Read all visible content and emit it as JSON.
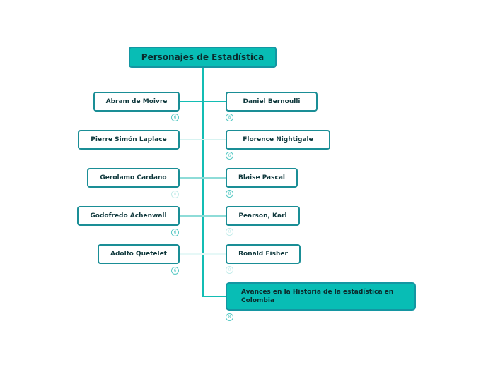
{
  "root": {
    "title": "Personajes de Estadística"
  },
  "left": [
    {
      "label": "Abram de Moivre",
      "badge": "6"
    },
    {
      "label": "Pierre Simón Laplace"
    },
    {
      "label": "Gerolamo Cardano",
      "badge": "0"
    },
    {
      "label": "Godofredo Achenwall",
      "badge": "6"
    },
    {
      "label": "Adolfo Quetelet",
      "badge": "6"
    }
  ],
  "right": [
    {
      "label": "Daniel Bernoulli",
      "badge": "8"
    },
    {
      "label": "Florence Nightigale",
      "badge": "6"
    },
    {
      "label": "Blaise Pascal",
      "badge": "8"
    },
    {
      "label": "Pearson, Karl",
      "badge": "0"
    },
    {
      "label": "Ronald Fisher",
      "badge": "0"
    }
  ],
  "bottom": {
    "label": "Avances en la Historia de la estadística en Colombia",
    "badge": "8"
  }
}
